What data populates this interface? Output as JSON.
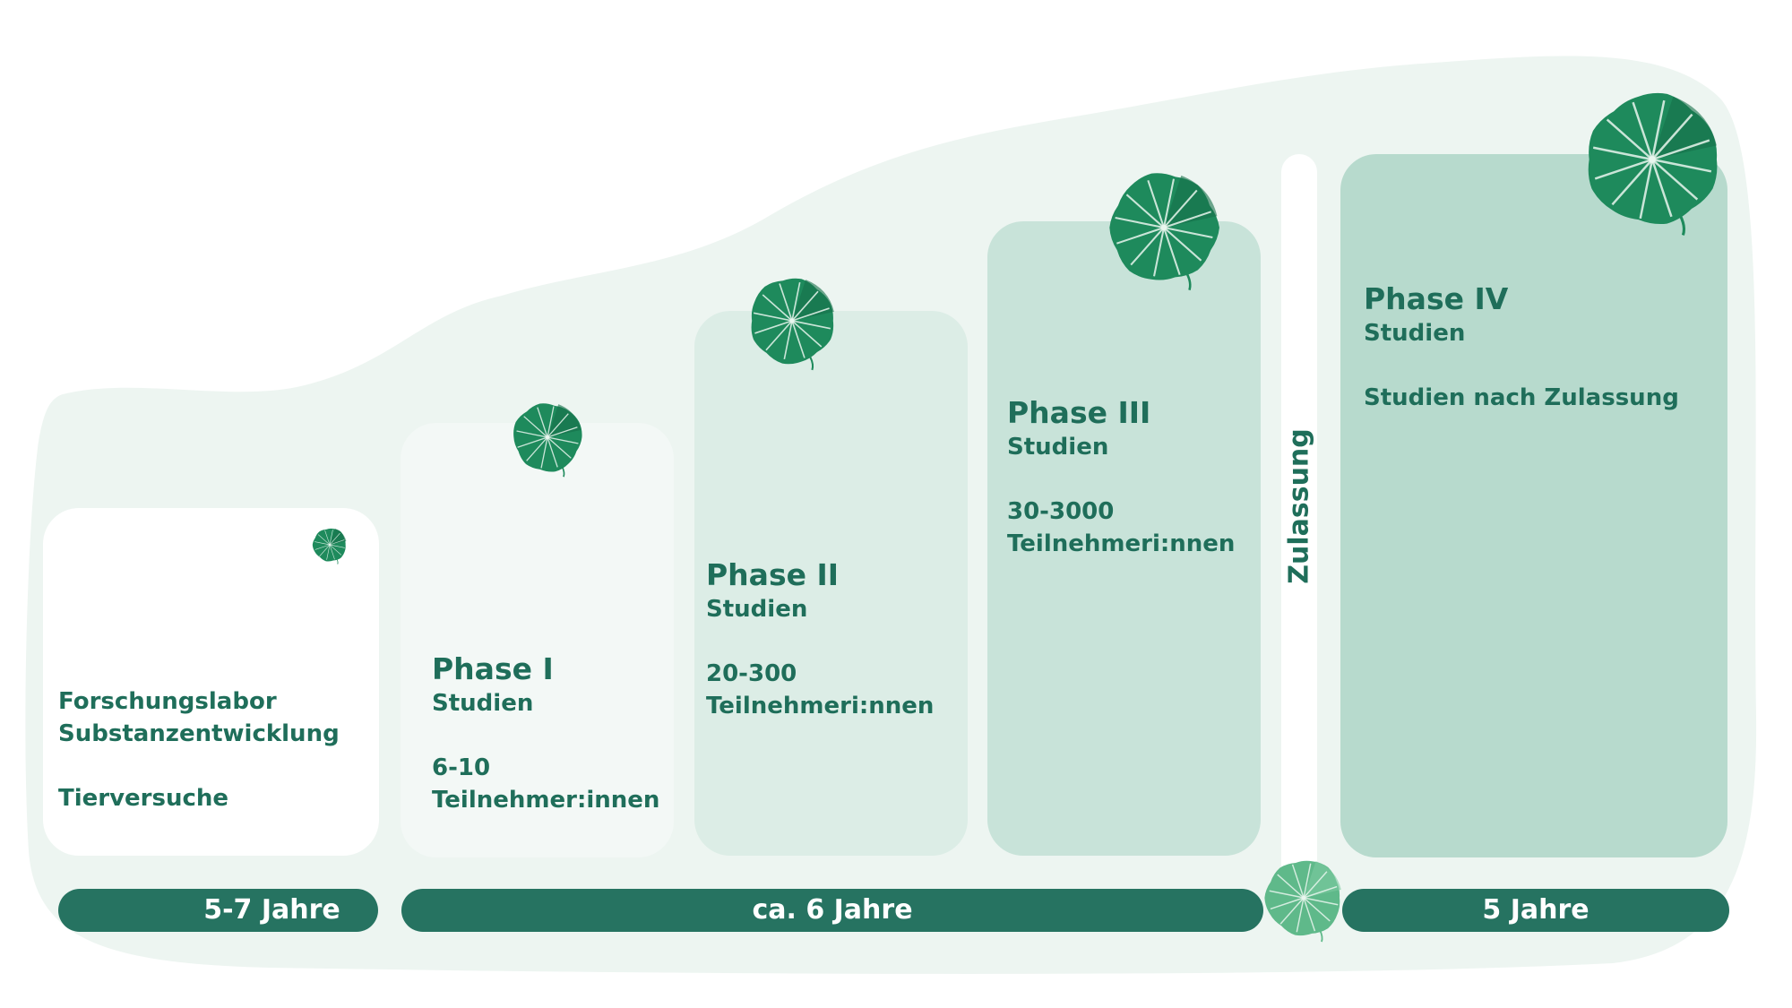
{
  "stages": [
    {
      "lines": [
        "Forschungslabor",
        "Substanzentwicklung",
        "",
        "Tierversuche"
      ]
    },
    {
      "heading": "Phase I",
      "lines": [
        "Studien",
        "",
        "6-10",
        "Teilnehmer:innen"
      ]
    },
    {
      "heading": "Phase II",
      "lines": [
        "Studien",
        "",
        "20-300",
        "Teilnehmeri:nnen"
      ]
    },
    {
      "heading": "Phase III",
      "lines": [
        "Studien",
        "",
        "30-3000",
        "Teilnehmeri:nnen"
      ]
    },
    {
      "heading": "Phase IV",
      "lines": [
        "Studien",
        "",
        "Studien nach Zulassung"
      ]
    }
  ],
  "approval": "Zulassung",
  "durations": [
    "5-7 Jahre",
    "ca. 6 Jahre",
    "5 Jahre"
  ],
  "colors": {
    "text": "#1f6e5a",
    "pill": "#267361",
    "leaf_dark": "#1e8a5c",
    "leaf_light": "#5fb98a",
    "background": "#edf5f1"
  },
  "icons": [
    "lily-pad-icon"
  ]
}
